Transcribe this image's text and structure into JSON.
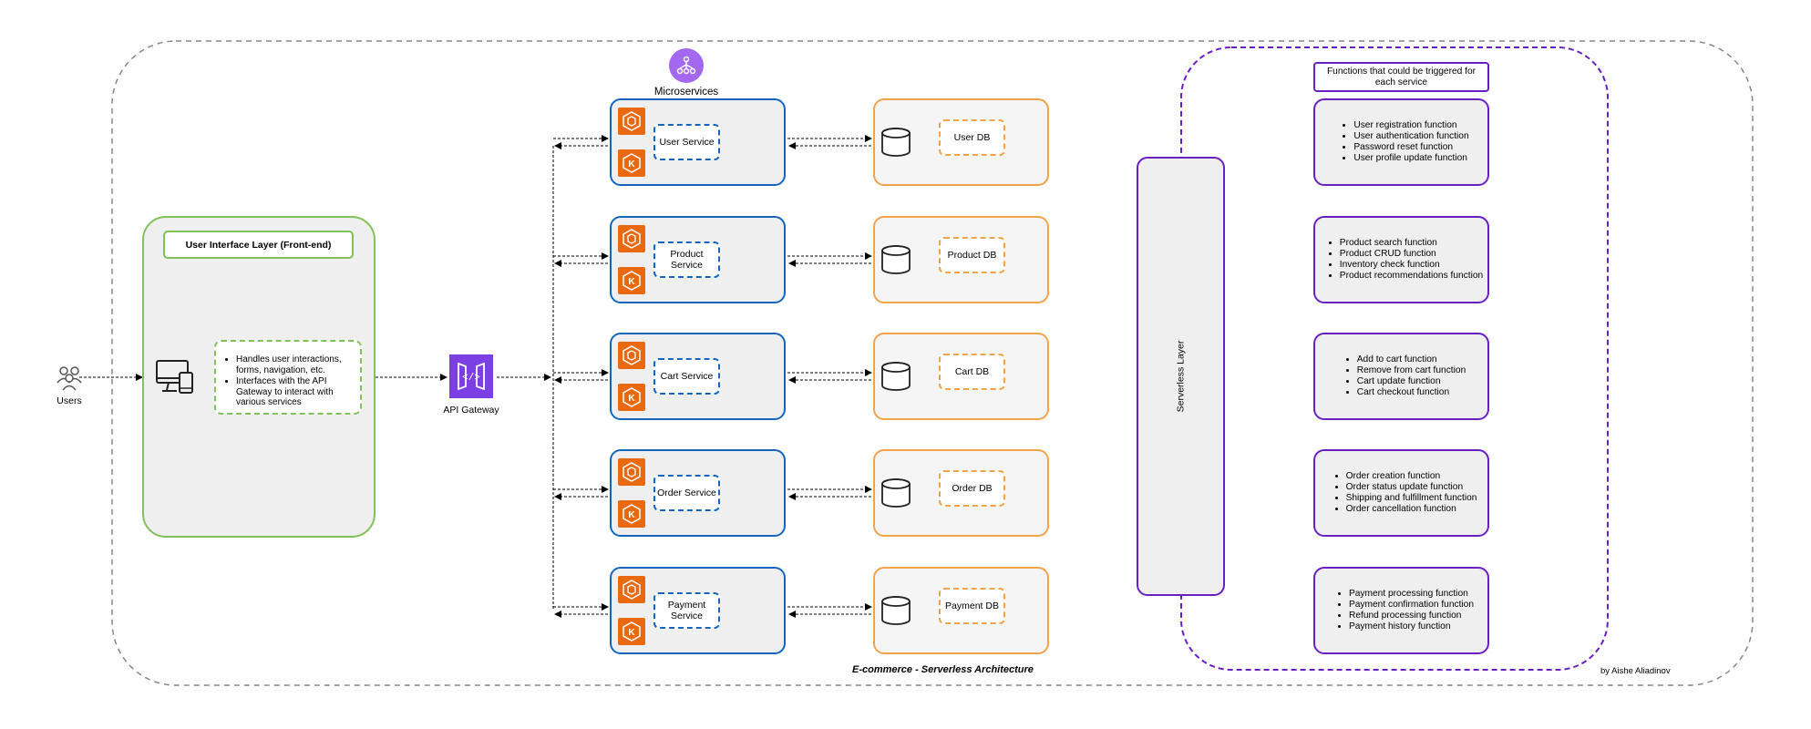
{
  "diagram_title": "E-commerce - Serverless Architecture",
  "author": "by Aishe Aliadinov",
  "users": {
    "label": "Users",
    "icon": "users-icon"
  },
  "ui_layer": {
    "title": "User Interface Layer (Front-end)",
    "icon": "desktop-mobile-icon",
    "notes": [
      "Handles user interactions, forms, navigation, etc.",
      "Interfaces with the API Gateway to interact with various services"
    ]
  },
  "api_gateway": {
    "label": "API Gateway",
    "icon": "api-gateway-icon"
  },
  "microservices": {
    "label": "Microservices",
    "icon": "microservices-icon",
    "services": [
      {
        "name": "User Service",
        "db": "User DB"
      },
      {
        "name": "Product Service",
        "db": "Product DB"
      },
      {
        "name": "Cart Service",
        "db": "Cart DB"
      },
      {
        "name": "Order Service",
        "db": "Order DB"
      },
      {
        "name": "Payment Service",
        "db": "Payment DB"
      }
    ]
  },
  "serverless": {
    "layer_label": "Serverless Layer",
    "functions_header": "Functions that could be triggered for each service",
    "groups": [
      {
        "items": [
          "User registration function",
          "User authentication function",
          "Password reset function",
          "User profile update function"
        ]
      },
      {
        "items": [
          "Product search function",
          "Product CRUD function",
          "Inventory check function",
          "Product recommendations function"
        ]
      },
      {
        "items": [
          "Add to cart function",
          "Remove from cart function",
          "Cart update function",
          "Cart checkout function"
        ]
      },
      {
        "items": [
          "Order creation function",
          "Order status update function",
          "Shipping and fulfillment function",
          "Order cancellation function"
        ]
      },
      {
        "items": [
          "Payment processing function",
          "Payment confirmation function",
          "Refund processing function",
          "Payment history function"
        ]
      }
    ]
  },
  "colors": {
    "ui_green": "#82c15a",
    "service_blue": "#1565c0",
    "db_orange": "#f4a24a",
    "serverless_purple": "#6a1fc2",
    "aws_orange": "#e8690f",
    "gateway_purple": "#7b3fe4"
  }
}
